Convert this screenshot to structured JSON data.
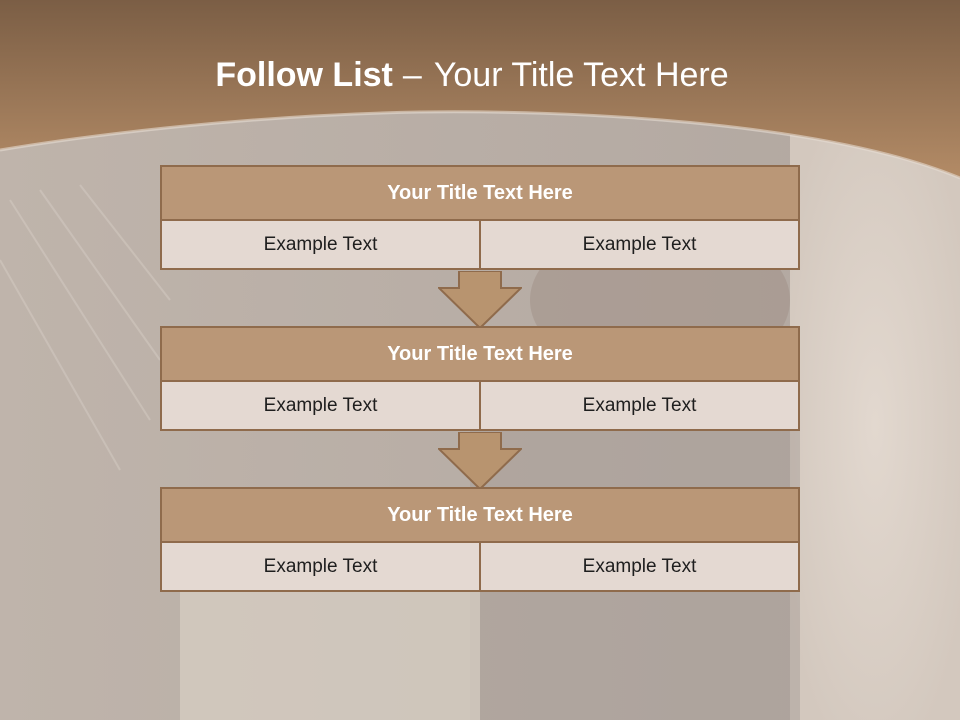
{
  "slide": {
    "title_bold": "Follow List",
    "title_sep": "–",
    "title_rest": "Your Title Text Here"
  },
  "flow": [
    {
      "title": "Your Title Text Here",
      "left": "Example Text",
      "right": "Example Text"
    },
    {
      "title": "Your Title Text Here",
      "left": "Example Text",
      "right": "Example Text"
    },
    {
      "title": "Your Title Text Here",
      "left": "Example Text",
      "right": "Example Text"
    }
  ],
  "colors": {
    "header_band": "#8a6a4f",
    "box_title_fill": "#ba9777",
    "box_border": "#8f6b4c",
    "cell_fill": "#e4d9d2",
    "arrow_fill": "#b8946f"
  },
  "icons": {
    "connector": "down-arrow-icon"
  }
}
